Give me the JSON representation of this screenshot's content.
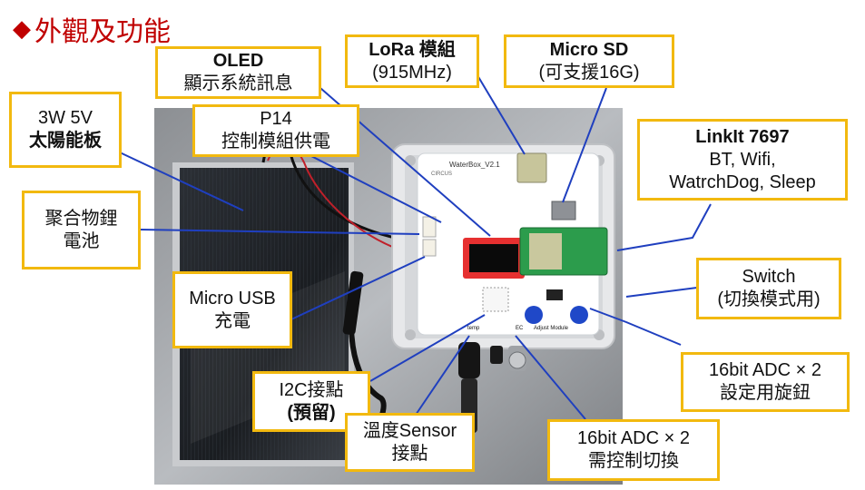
{
  "slide": {
    "title_marker": "◆",
    "title": "外觀及功能"
  },
  "photo": {
    "board_name": "WaterBox_V2.1",
    "board_subtitle": "CIRCUS",
    "port_labels": [
      "temp",
      "",
      "EC",
      "Adjust Module"
    ]
  },
  "callouts": {
    "oled": {
      "line1": "OLED",
      "line2": "顯示系統訊息"
    },
    "lora": {
      "line1": "LoRa 模組",
      "line2": "(915MHz)"
    },
    "microsd": {
      "line1": "Micro SD",
      "line2": "(可支援16G)"
    },
    "solar": {
      "line1": "3W 5V",
      "line2": "太陽能板"
    },
    "p14": {
      "line1": "P14",
      "line2": "控制模組供電"
    },
    "linkit": {
      "line1": "LinkIt 7697",
      "line2": "BT, Wifi,",
      "line3": "WatrchDog, Sleep"
    },
    "battery": {
      "line1": "聚合物鋰",
      "line2": "電池"
    },
    "switch": {
      "line1": "Switch",
      "line2": "(切換模式用)"
    },
    "usb": {
      "line1": "Micro USB",
      "line2": "充電"
    },
    "adc_knob": {
      "line1": "16bit ADC × 2",
      "line2": "設定用旋鈕"
    },
    "i2c": {
      "line1": "I2C接點",
      "line2": "(預留)"
    },
    "temp": {
      "line1": "溫度Sensor",
      "line2": "接點"
    },
    "adc_ctrl": {
      "line1": "16bit ADC × 2",
      "line2": "需控制切換"
    }
  },
  "colors": {
    "title": "#c00000",
    "callout_border": "#f2b90f",
    "leader_line": "#1f3fbf"
  }
}
